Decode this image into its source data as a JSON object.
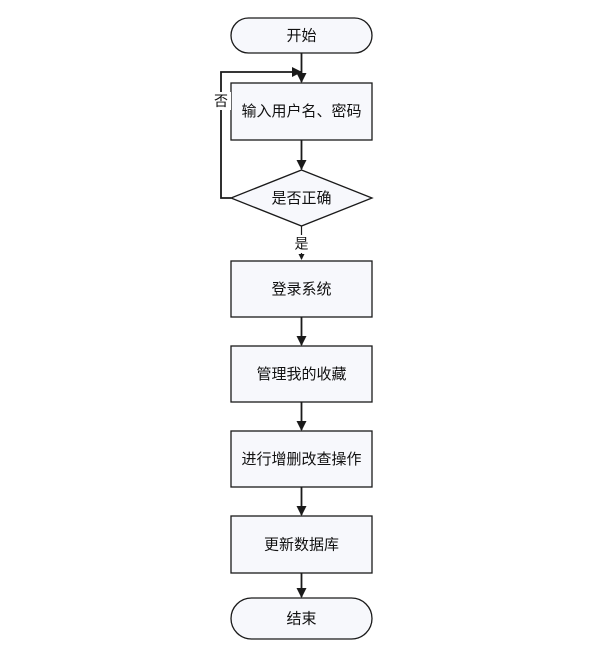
{
  "flowchart": {
    "start": "开始",
    "input": "输入用户名、密码",
    "decision": "是否正确",
    "yes_label": "是",
    "no_label": "否",
    "login": "登录系统",
    "manage": "管理我的收藏",
    "crud": "进行增删改查操作",
    "update_db": "更新数据库",
    "end": "结束"
  },
  "colors": {
    "node_fill": "#f7f8fc",
    "stroke": "#1a1a1a",
    "background": "#ffffff"
  }
}
